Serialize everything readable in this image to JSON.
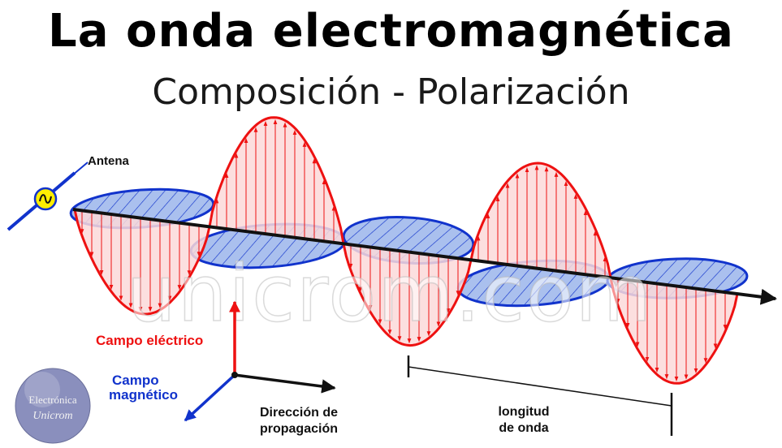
{
  "title": "La onda electromagnética",
  "subtitle": "Composición - Polarización",
  "labels": {
    "antenna": "Antena",
    "electric_field": "Campo eléctrico",
    "magnetic_field_line1": "Campo",
    "magnetic_field_line2": "magnético",
    "propagation_line1": "Dirección de",
    "propagation_line2": "propagación",
    "wavelength_line1": "longitud",
    "wavelength_line2": "de onda"
  },
  "watermark": "unicrom.com",
  "logo": {
    "line1": "Electrónica",
    "line2": "Unicrom"
  },
  "colors": {
    "electric": "#ee1111",
    "electric_fill": "#fbd9d9",
    "magnetic": "#1133cc",
    "magnetic_fill": "#aac0ee",
    "axis": "#111111",
    "antenna_source": "#ffee00"
  }
}
